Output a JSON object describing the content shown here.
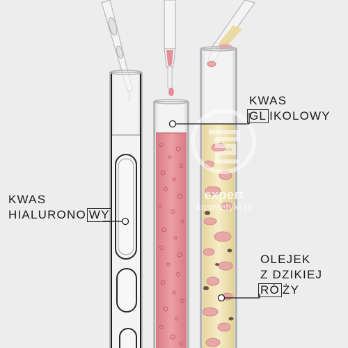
{
  "labels": {
    "hyaluronic": {
      "line1": "KWAS",
      "line2_prefix": "HIALURONO",
      "line2_boxed": "WY",
      "line2_suffix": ""
    },
    "glycolic": {
      "line1": "KWAS",
      "line2_prefix": "",
      "line2_boxed": "GL",
      "line2_suffix": "IKOLOWY"
    },
    "rosehip": {
      "line1": "OLEJEK",
      "line2": "Z DZIKIEJ",
      "line3_prefix": "",
      "line3_boxed": "RÓ",
      "line3_suffix": "ŻY"
    }
  },
  "watermark": {
    "line1": "expert",
    "line2": "kosmetyki.pl"
  },
  "colors": {
    "background": "#ededee",
    "glass": "#d9d9db",
    "clear_liquid": "#f3f3f3",
    "pink_liquid": "#e48d95",
    "oil_liquid": "#efe3b5",
    "rose_droplet": "#e9a3a6",
    "text": "#1a1a1a"
  }
}
